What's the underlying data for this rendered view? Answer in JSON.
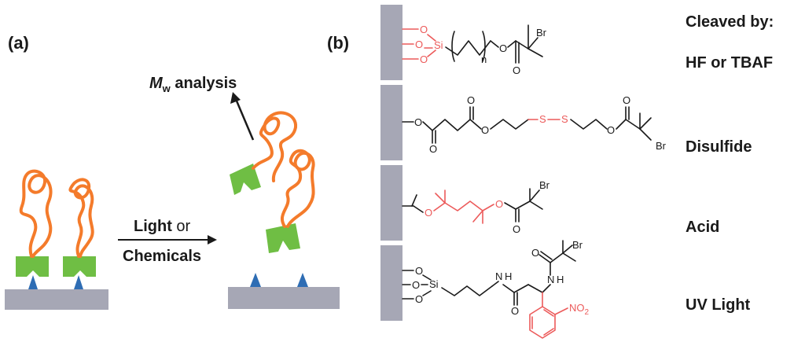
{
  "panel_a": {
    "label": "(a)",
    "mw_label_italic": "M",
    "mw_label_sub": "w",
    "mw_label_rest": " analysis",
    "stimulus_line1_bold": "Light",
    "stimulus_line1_rest": " or",
    "stimulus_line2": "Chemicals"
  },
  "panel_b": {
    "label": "(b)",
    "cleaved_by": "Cleaved by:",
    "rows": [
      {
        "condition": "HF or TBAF"
      },
      {
        "condition": "Disulfide"
      },
      {
        "condition": "Acid"
      },
      {
        "condition": "UV Light"
      }
    ]
  },
  "atoms": {
    "O": "O",
    "Si": "Si",
    "Br": "Br",
    "S": "S",
    "N": "N",
    "H": "H",
    "n": "n",
    "NO": "NO",
    "sub2": "2"
  },
  "colors": {
    "substrate": "#a6a7b5",
    "polymer": "#f47b2b",
    "initiator": "#6fbe44",
    "anchor": "#2e6db4",
    "cleavable": "#ec5a5a",
    "text": "#1a1a1a"
  }
}
